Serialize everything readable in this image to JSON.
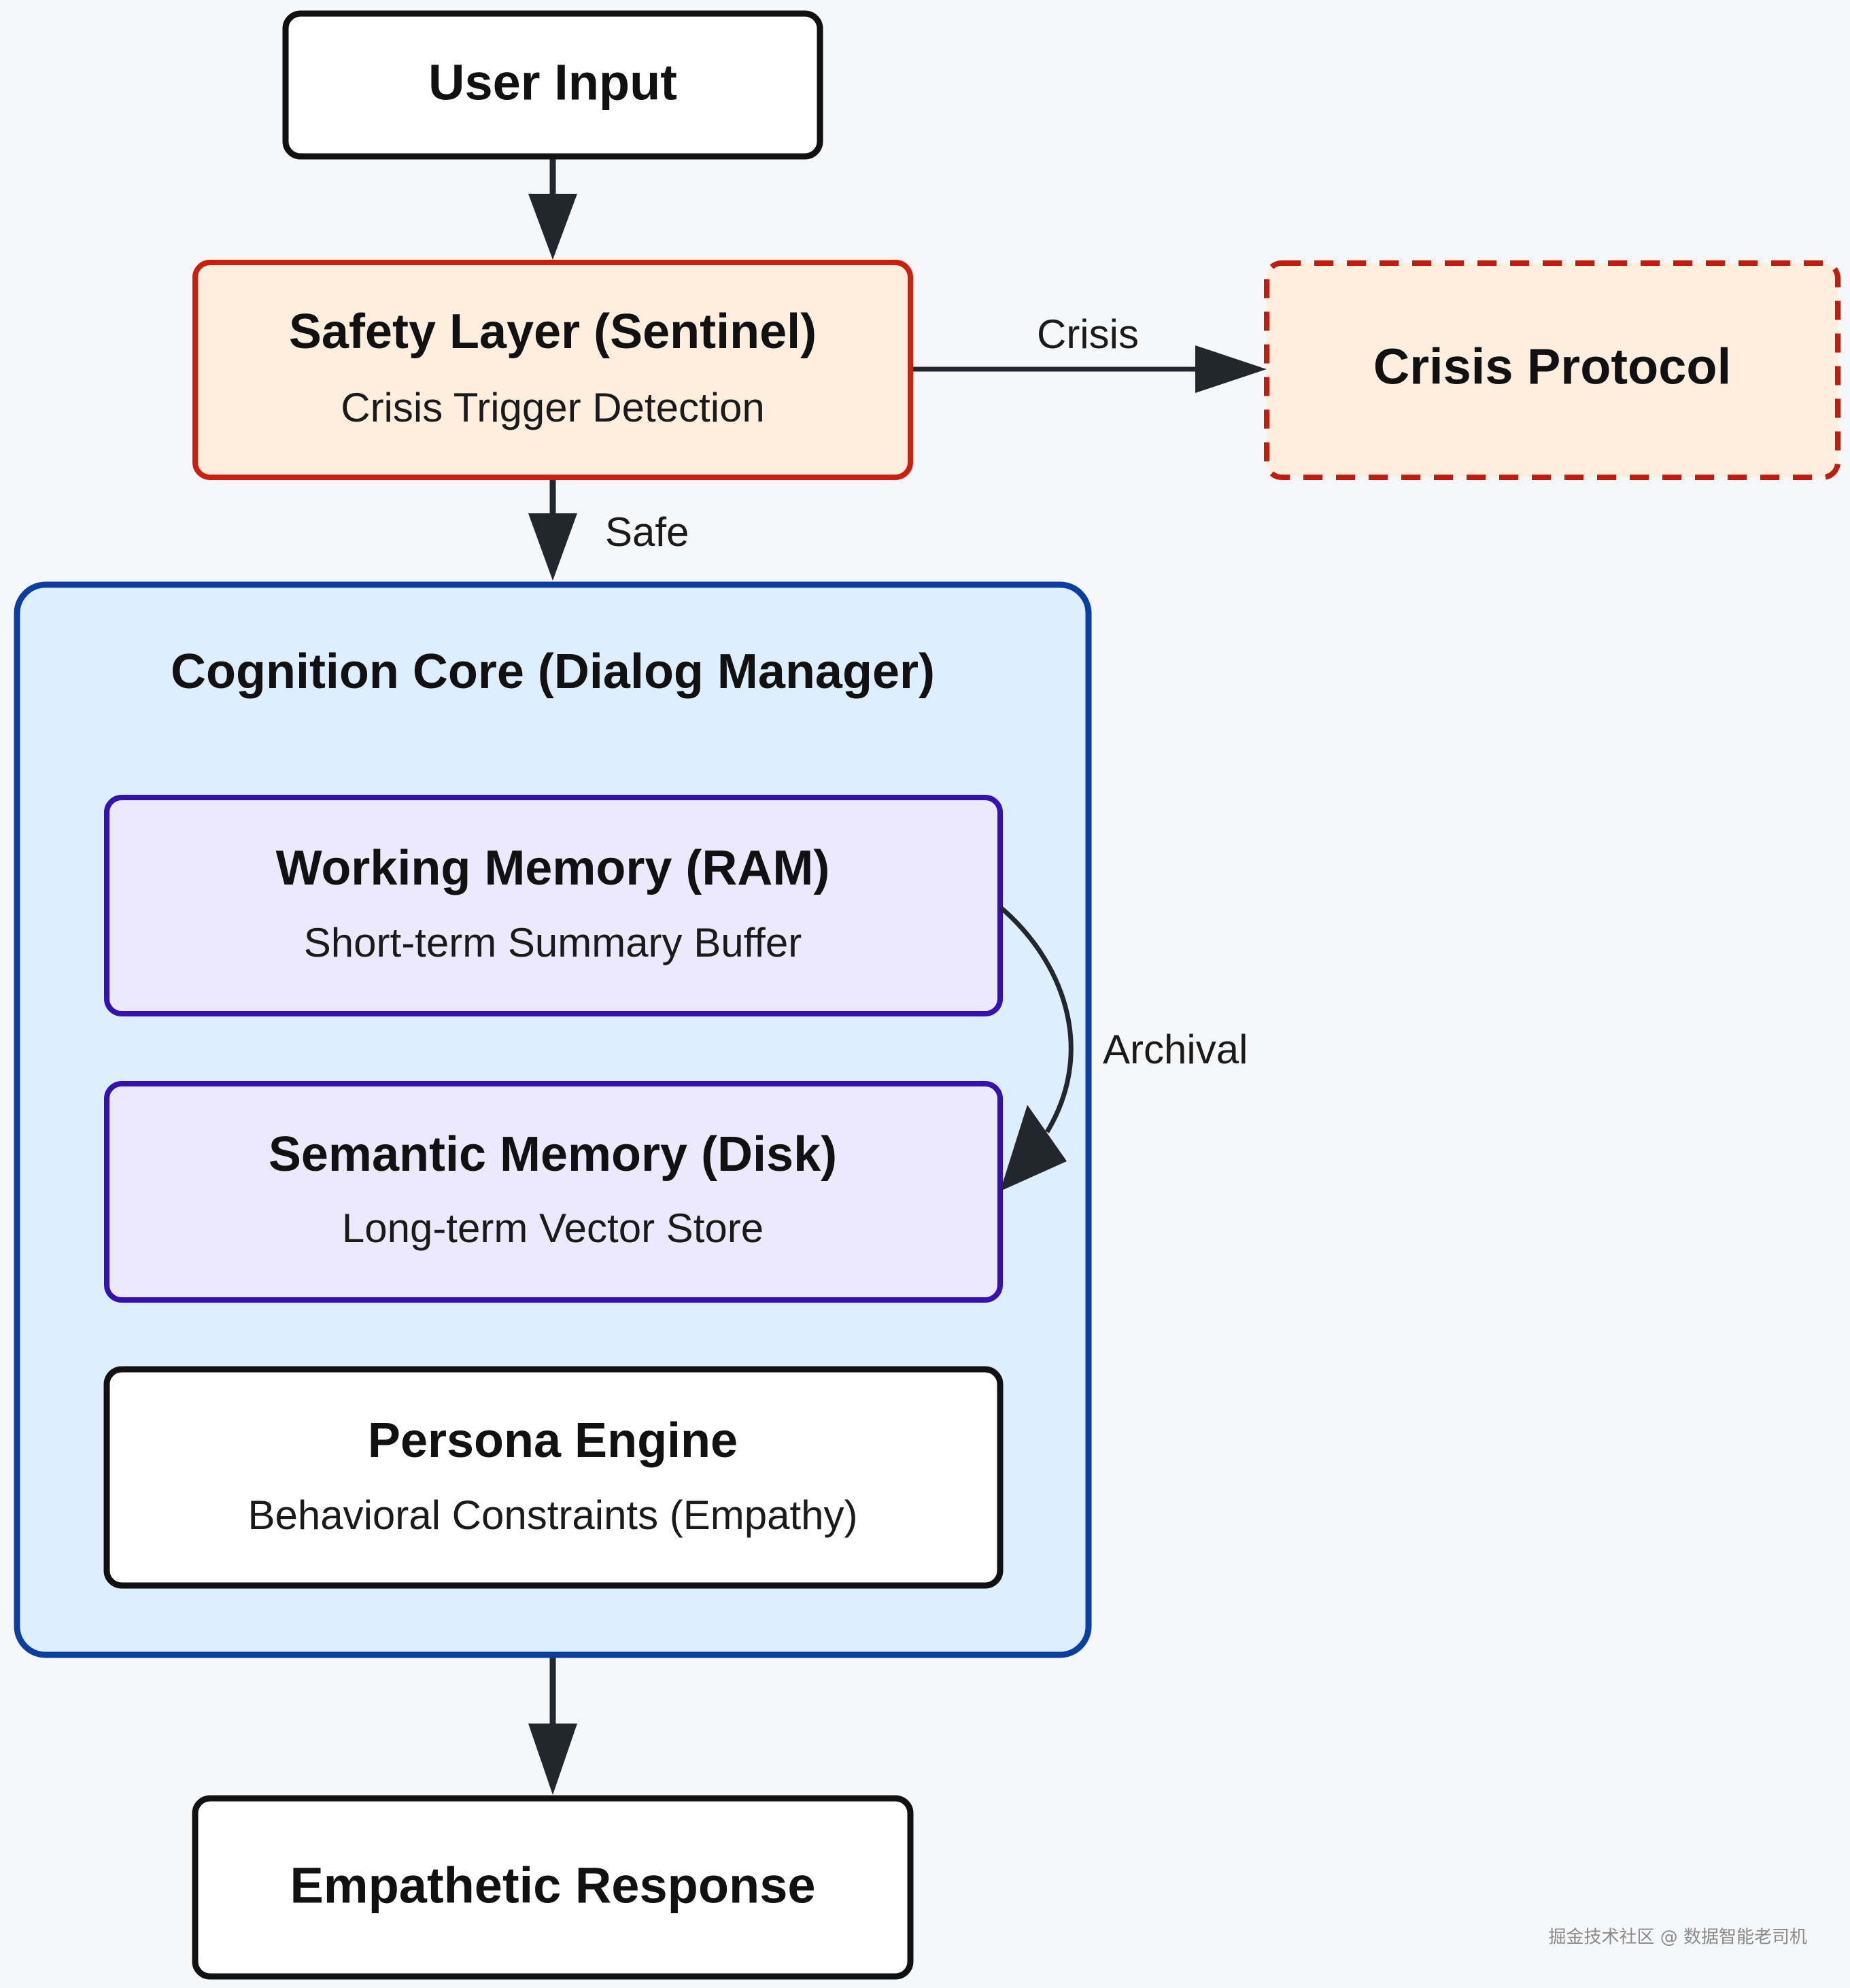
{
  "nodes": {
    "user_input": {
      "title": "User Input"
    },
    "safety_layer": {
      "title": "Safety Layer (Sentinel)",
      "subtitle": "Crisis Trigger Detection"
    },
    "crisis_protocol": {
      "title": "Crisis Protocol"
    },
    "cognition_core": {
      "title": "Cognition Core (Dialog Manager)"
    },
    "working_memory": {
      "title": "Working Memory (RAM)",
      "subtitle": "Short-term Summary Buffer"
    },
    "semantic_memory": {
      "title": "Semantic Memory (Disk)",
      "subtitle": "Long-term Vector Store"
    },
    "persona_engine": {
      "title": "Persona Engine",
      "subtitle": "Behavioral Constraints (Empathy)"
    },
    "empathetic_response": {
      "title": "Empathetic Response"
    }
  },
  "edges": {
    "crisis_label": "Crisis",
    "safe_label": "Safe",
    "archival_label": "Archival"
  },
  "watermark": "掘金技术社区 @ 数据智能老司机",
  "colors": {
    "background": "#f5f7f9",
    "safety_fill": "#fdeede",
    "safety_stroke": "#cc1f10",
    "crisis_stroke": "#bf1d0e",
    "core_fill": "#ddeeff",
    "core_stroke": "#0b3ea0",
    "memory_fill": "#ece9fd",
    "memory_stroke": "#3511b0",
    "plain_fill": "#ffffff",
    "plain_stroke": "#111111",
    "arrow": "#22272e"
  }
}
